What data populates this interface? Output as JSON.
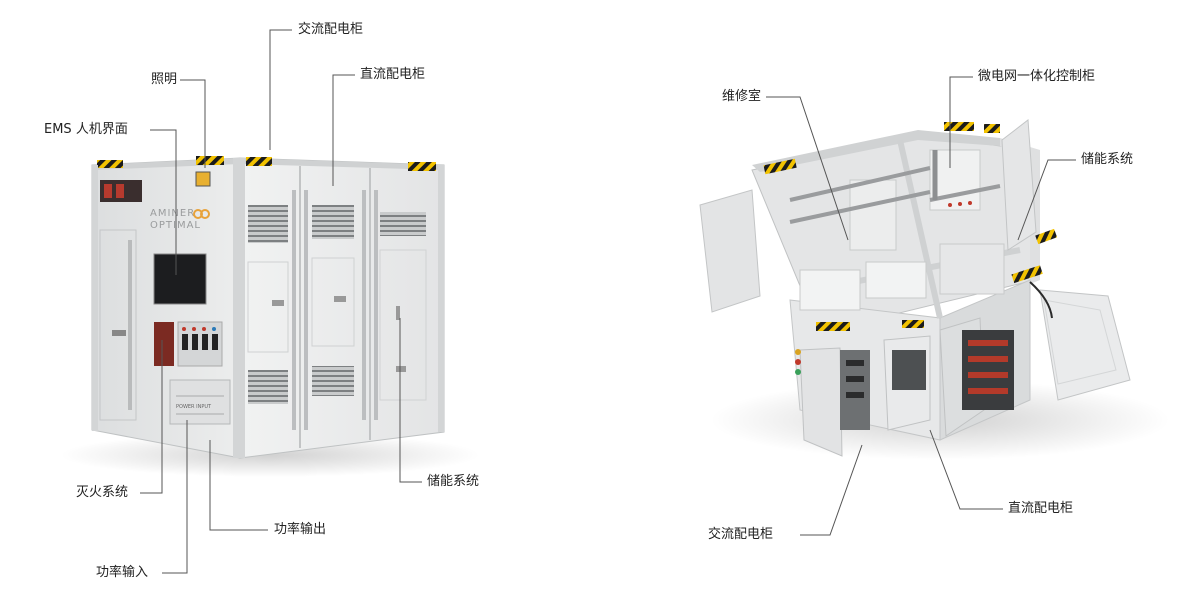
{
  "left_unit": {
    "brand_line1": "AMINER",
    "brand_line2": "OPTIMAL",
    "panel_text": "POWER INPUT",
    "labels": {
      "ac_cabinet": "交流配电柜",
      "lighting": "照明",
      "dc_cabinet": "直流配电柜",
      "ems": "EMS 人机界面",
      "fire": "灭火系统",
      "storage": "储能系统",
      "power_out": "功率输出",
      "power_in": "功率输入"
    }
  },
  "right_unit": {
    "labels": {
      "maintenance": "维修室",
      "microgrid": "微电网一体化控制柜",
      "storage": "储能系统",
      "dc_cabinet": "直流配电柜",
      "ac_cabinet": "交流配电柜"
    }
  },
  "colors": {
    "container_body": "#e9eaea",
    "container_shade": "#d6d8d8",
    "stripe_yellow": "#f2c200",
    "stripe_black": "#1b1b1b",
    "leader_line": "#555555"
  }
}
